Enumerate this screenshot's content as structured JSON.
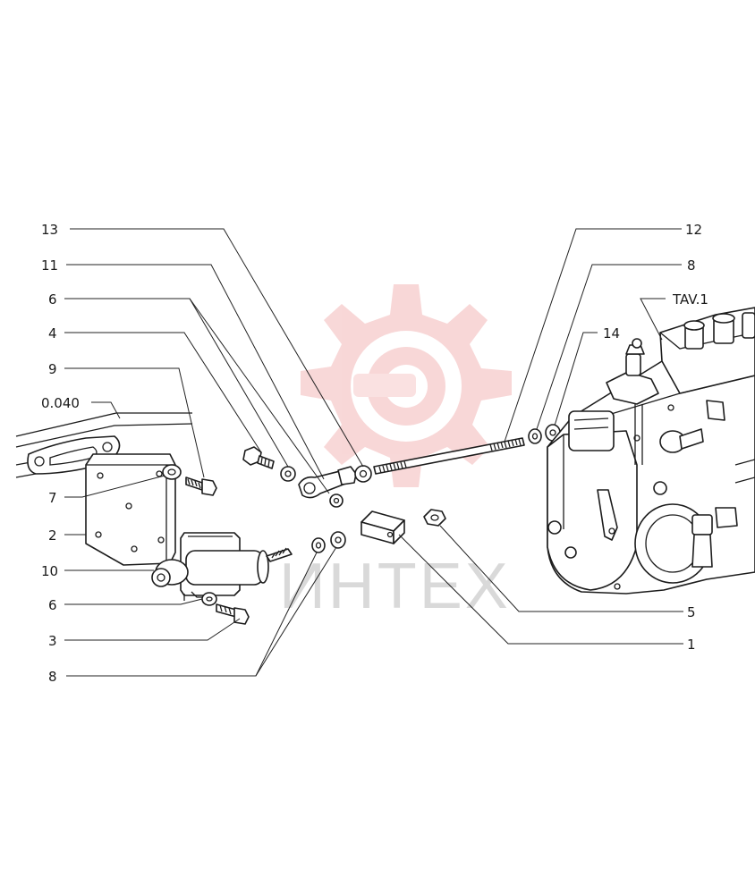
{
  "diagram": {
    "watermark_text": "ИНТЕХ",
    "watermark_color": "#f3b8b8",
    "reference_labels": [
      "0.040",
      "TAV.1"
    ],
    "callouts": [
      {
        "id": "c13",
        "label": "13"
      },
      {
        "id": "c11",
        "label": "11"
      },
      {
        "id": "c6a",
        "label": "6"
      },
      {
        "id": "c4",
        "label": "4"
      },
      {
        "id": "c9",
        "label": "9"
      },
      {
        "id": "c7",
        "label": "7"
      },
      {
        "id": "c2",
        "label": "2"
      },
      {
        "id": "c10",
        "label": "10"
      },
      {
        "id": "c6b",
        "label": "6"
      },
      {
        "id": "c3",
        "label": "3"
      },
      {
        "id": "c8a",
        "label": "8"
      },
      {
        "id": "c12",
        "label": "12"
      },
      {
        "id": "c8b",
        "label": "8"
      },
      {
        "id": "c14",
        "label": "14"
      },
      {
        "id": "c5",
        "label": "5"
      },
      {
        "id": "c1",
        "label": "1"
      }
    ]
  }
}
